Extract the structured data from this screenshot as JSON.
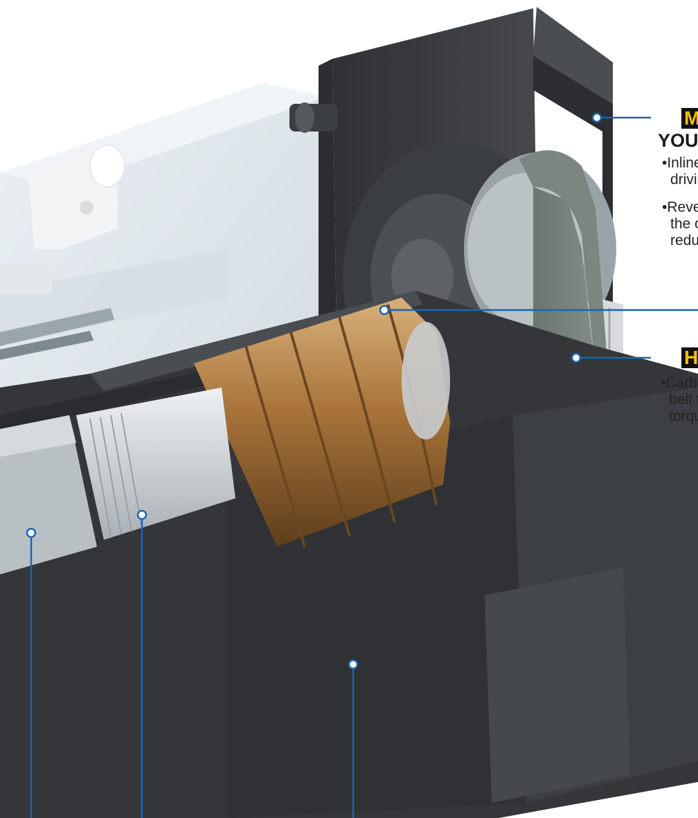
{
  "colors": {
    "accent_yellow": "#f4c20d",
    "callout_blue": "#1a66b0",
    "housing": "#3a3c40",
    "belt": "#6f7c74",
    "bearing_bronze": "#b07d3c"
  },
  "callouts": [
    {
      "title": "M",
      "subtitle": "YOU",
      "bullets": [
        [
          "•Inline",
          "drivin"
        ],
        [
          "•Rever",
          "the o",
          "reduc"
        ]
      ]
    },
    {
      "title": "H",
      "subtitle": "",
      "bullets": [
        [
          "•Carb",
          "belt f",
          "torqu"
        ]
      ]
    }
  ]
}
